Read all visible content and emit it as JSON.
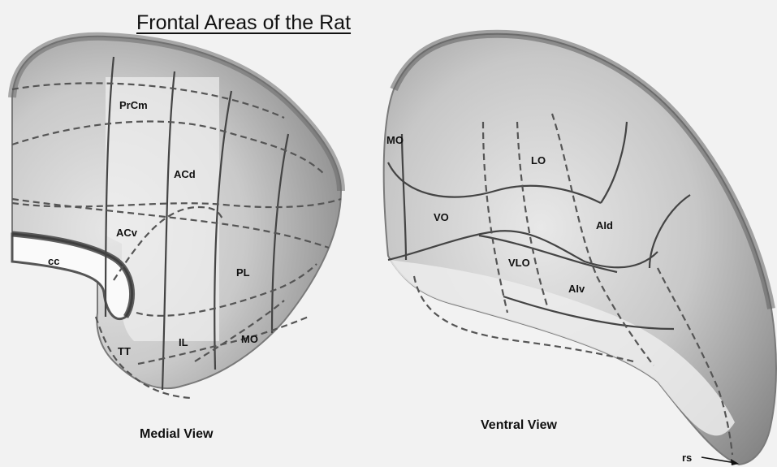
{
  "title": "Frontal Areas of the Rat",
  "views": {
    "medial": {
      "label": "Medial View",
      "areas": {
        "prcm": "PrCm",
        "acd": "ACd",
        "acv": "ACv",
        "cc": "cc",
        "pl": "PL",
        "il": "IL",
        "tt": "TT",
        "mo": "MO"
      }
    },
    "ventral": {
      "label": "Ventral View",
      "areas": {
        "mo": "MO",
        "lo": "LO",
        "vo": "VO",
        "aid": "AId",
        "vlo": "VLO",
        "aiv": "AIv",
        "rs": "rs"
      }
    }
  },
  "colors": {
    "background": "#f2f2f2",
    "shading": "#9a9a9a",
    "dark_edge": "#6a6a6a",
    "lines": "#444444"
  }
}
